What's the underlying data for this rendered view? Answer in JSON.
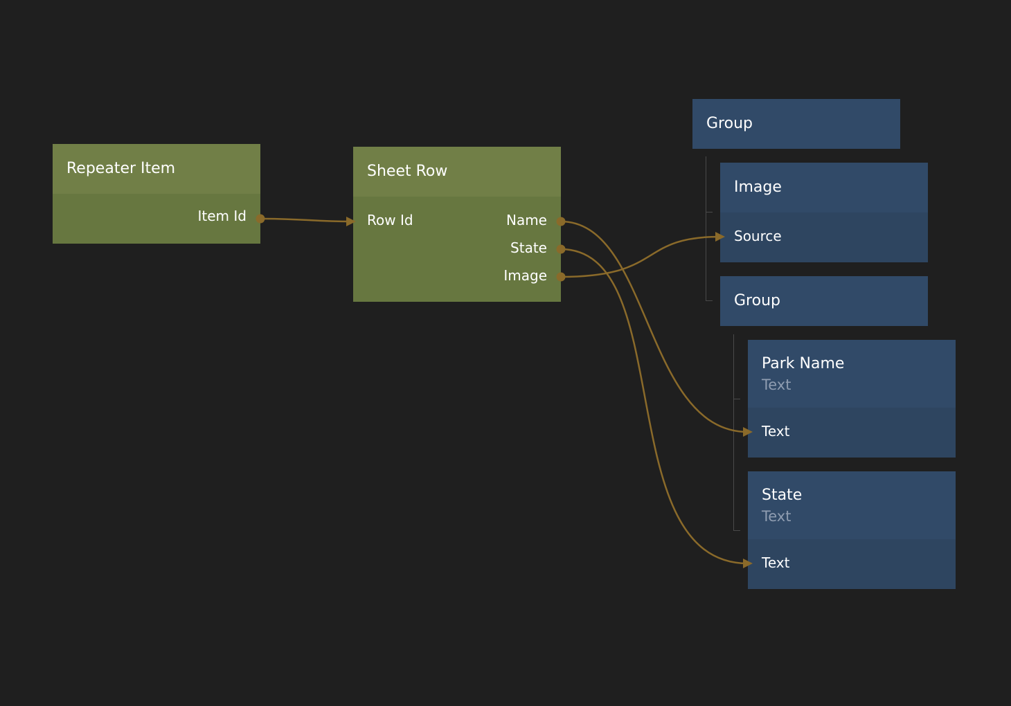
{
  "nodes": {
    "repeater_item": {
      "title": "Repeater Item",
      "outputs": [
        "Item Id"
      ]
    },
    "sheet_row": {
      "title": "Sheet Row",
      "inputs": [
        "Row Id"
      ],
      "outputs": [
        "Name",
        "State",
        "Image"
      ]
    },
    "group_root": {
      "title": "Group"
    },
    "image": {
      "title": "Image",
      "inputs": [
        "Source"
      ]
    },
    "group_child": {
      "title": "Group"
    },
    "park_name": {
      "title": "Park Name",
      "subtitle": "Text",
      "inputs": [
        "Text"
      ]
    },
    "state": {
      "title": "State",
      "subtitle": "Text",
      "inputs": [
        "Text"
      ]
    }
  },
  "connections": [
    {
      "from": "Repeater Item.Item Id",
      "to": "Sheet Row.Row Id"
    },
    {
      "from": "Sheet Row.Name",
      "to": "Park Name.Text"
    },
    {
      "from": "Sheet Row.State",
      "to": "State.Text"
    },
    {
      "from": "Sheet Row.Image",
      "to": "Image.Source"
    }
  ],
  "colors": {
    "background": "#1f1f1f",
    "logic_node_header": "#717f47",
    "logic_node_body": "#677740",
    "visual_node_header": "#314a68",
    "visual_node_body": "#2e4560",
    "wire": "#8a6a2a"
  }
}
